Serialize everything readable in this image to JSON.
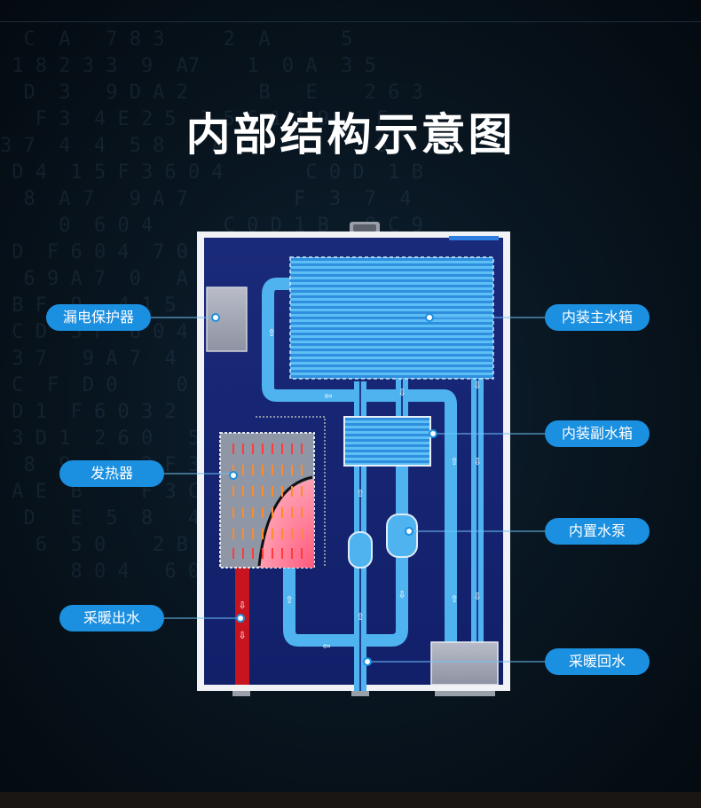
{
  "title": "内部结构示意图",
  "background_text": [
    "  C  A   7 8 3     2  A      5      ",
    " 1 8 2 3 3  9  A7    1  0 A  3 5    ",
    "  D  3   9 D A 2      B   E    2 6 3",
    "   F 3  4 E 2 5  3 5 6 1 1 9    F   ",
    "3 7  4  4  5 8    A     5       8   ",
    " D 4  1 5 F 3 6 0 4       C 0 D  1 B",
    "  8  A 7   9 A 7         F  3  7  4 ",
    "     0  6 0 4      C 0 D 1 B   8 C 9",
    " D  F 6 0 4  7 0    7  4  2 C  1 9  ",
    "  6 9 A 7  0   A 7     6 9 3   A    ",
    " B F  9   4 1 5  D 1     2   D 1    ",
    " C D  5 F  6 0 4     2 C 0 4 D  5 2 ",
    " 3 7   9 A 7  4  1  5  2 F  3 7 4 5 9",
    " C  F  D 0     0 4   D  A E  B      ",
    " D 1  F 6 0 3 2  C 3 D 1 4  2  6    ",
    " 3 D 1  2 6 0   5 9 3 6 4 8  5 2    ",
    "  8  9      2 F 3 D 1   0 4  2 C    ",
    " A E  B     F 3 C  4 E  5 3   1 9 3 ",
    "  D   E  5  8   4 3   8  9  C  A  E ",
    "   6  5 0    2 B E F 1 B   3 0   F  ",
    "      8 0 4   6 0 4 8 2    C 9      "
  ],
  "labels": {
    "leakage_protector": "漏电保护器",
    "heater": "发热器",
    "heating_outlet": "采暖出水",
    "main_tank": "内装主水箱",
    "sub_tank": "内装副水箱",
    "pump": "内置水泵",
    "heating_return": "采暖回水"
  },
  "colors": {
    "accent": "#1b8fe0",
    "panel": "#1e2d7a",
    "water": "#4fb3f0",
    "hot_pipe": "#c8141e",
    "frame": "#eef1f4"
  }
}
